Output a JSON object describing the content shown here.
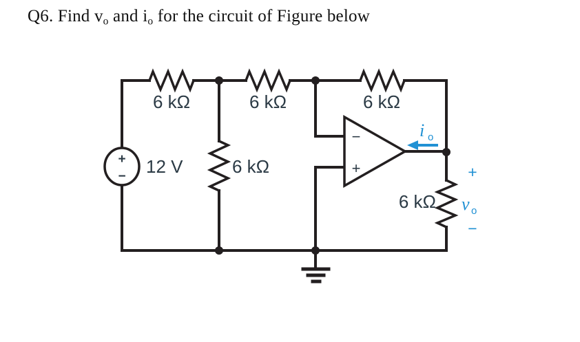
{
  "title": {
    "prefix": "Q6. Find v",
    "sub_v": "o",
    "middle": " and i",
    "sub_i": "o",
    "suffix": " for the circuit of Figure below"
  },
  "colors": {
    "wire": "#231f20",
    "label": "#2b3a45",
    "accent_blue": "#2191d4"
  },
  "labels": {
    "r_top_left": "6 kΩ",
    "r_top_middle": "6 kΩ",
    "r_feedback": "6 kΩ",
    "r_middle_branch": "6 kΩ",
    "r_load": "6 kΩ",
    "source_value": "12 V",
    "source_plus": "+",
    "source_minus": "−",
    "opamp_inverting": "−",
    "opamp_noninverting": "+",
    "io_main": "i",
    "io_sub": "o",
    "vo_main": "v",
    "vo_sub": "o",
    "vo_plus": "+",
    "vo_minus": "−"
  }
}
